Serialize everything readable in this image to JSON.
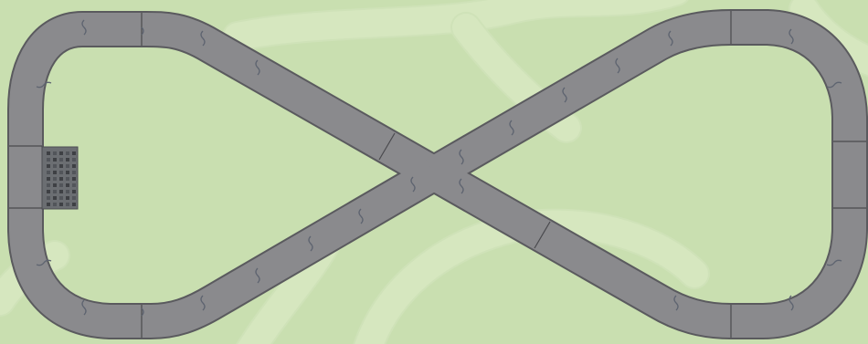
{
  "scene": {
    "type": "figure-eight race track",
    "colors": {
      "grass": "#c9dfb0",
      "grass_light": "#d6e8c0",
      "track": "#8a8a8d",
      "track_edge": "#5a5a5e",
      "start_grid": "#55585c",
      "joint": "#5e6470"
    }
  },
  "track": {
    "shape": "figure-eight",
    "crossing": "center"
  },
  "start_grid": {
    "side": "left",
    "pattern": "checkered dots",
    "rows": 9,
    "cols": 5
  }
}
